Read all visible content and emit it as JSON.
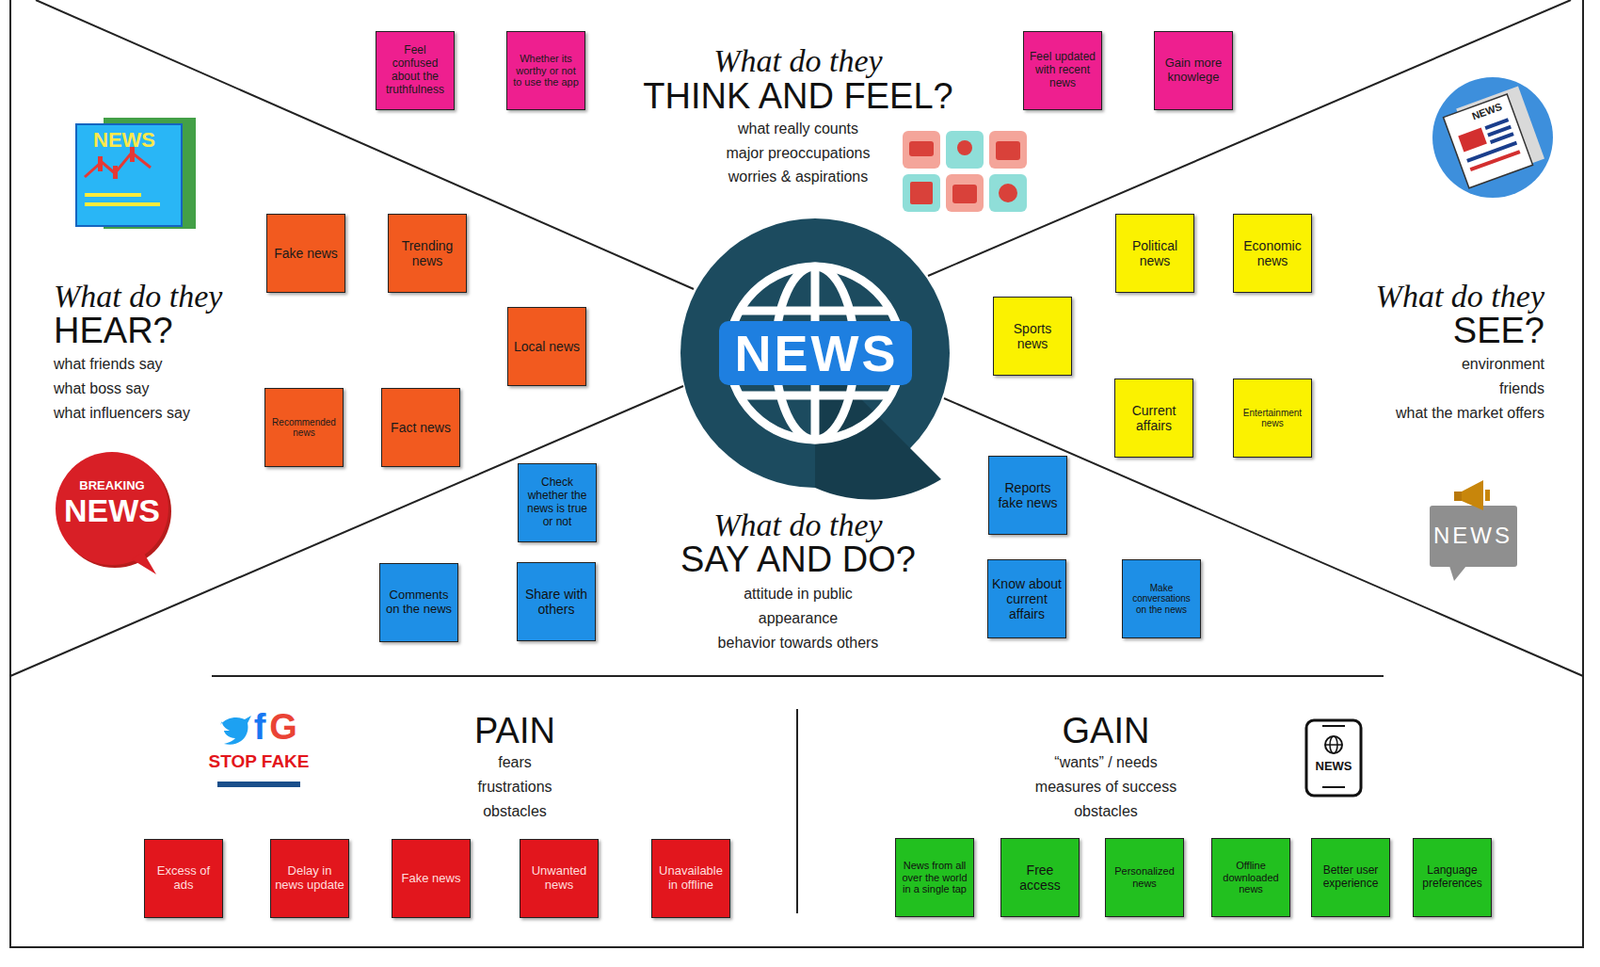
{
  "diagram": {
    "nodes": [
      {
        "text": [
          "Feel confused about the truthfulness"
        ]
      },
      {
        "text": [
          "Whether its worthy or not to use the app"
        ]
      },
      {
        "text": [
          "Feel updated with recent news"
        ]
      },
      {
        "text": [
          "Gain more knowlege"
        ]
      },
      {
        "text": [
          "Fake news"
        ]
      },
      {
        "text": [
          "Trending news"
        ]
      },
      {
        "text": [
          "Local news"
        ]
      },
      {
        "text": [
          "Recommended news"
        ]
      },
      {
        "text": [
          "Fact news"
        ]
      },
      {
        "text": [
          "NEWS"
        ]
      },
      {
        "text": [
          "Political news"
        ]
      },
      {
        "text": [
          "Economic news"
        ]
      },
      {
        "text": [
          "Sports news"
        ]
      },
      {
        "text": [
          "Current affairs"
        ]
      },
      {
        "text": [
          "Entertainment news"
        ]
      },
      {
        "text": [
          "Check whether the news is true or not"
        ]
      },
      {
        "text": [
          "Comments on the news"
        ]
      },
      {
        "text": [
          "Share with others"
        ]
      },
      {
        "text": [
          "Reports fake news"
        ]
      },
      {
        "text": [
          "Know about current affairs"
        ]
      },
      {
        "text": [
          "Make conversations on the news"
        ]
      },
      {
        "text": [
          "Excess of ads"
        ]
      },
      {
        "text": [
          "Delay in news update"
        ]
      },
      {
        "text": [
          "Fake news"
        ]
      },
      {
        "text": [
          "Unwanted news"
        ]
      },
      {
        "text": [
          "Unavailable in offline"
        ]
      },
      {
        "text": [
          "News from all over the world in a single tap"
        ]
      },
      {
        "text": [
          "Free access"
        ]
      },
      {
        "text": [
          "Personalized news"
        ]
      },
      {
        "text": [
          "Offline downloaded news"
        ]
      },
      {
        "text": [
          "Better user experience"
        ]
      },
      {
        "text": [
          "Language preferences"
        ]
      }
    ],
    "labels": [
      "What do they",
      "THINK AND FEEL?",
      "what really counts",
      "major preoccupations",
      "worries & aspirations",
      "What do they",
      "HEAR?",
      "what friends say",
      "what boss say",
      "what influencers say",
      "What do they",
      "SEE?",
      "environment",
      "friends",
      "what the market offers",
      "What do they",
      "SAY AND DO?",
      "attitude in public",
      "appearance",
      "behavior towards others",
      "PAIN",
      "fears",
      "frustrations",
      "obstacles",
      "GAIN",
      "“wants” / needs",
      "measures of success",
      "obstacles",
      "NEWS",
      "NEWS",
      "BREAKING",
      "NEWS",
      "NEWS",
      "f",
      "G",
      "STOP FAKE",
      "NEWS"
    ]
  }
}
